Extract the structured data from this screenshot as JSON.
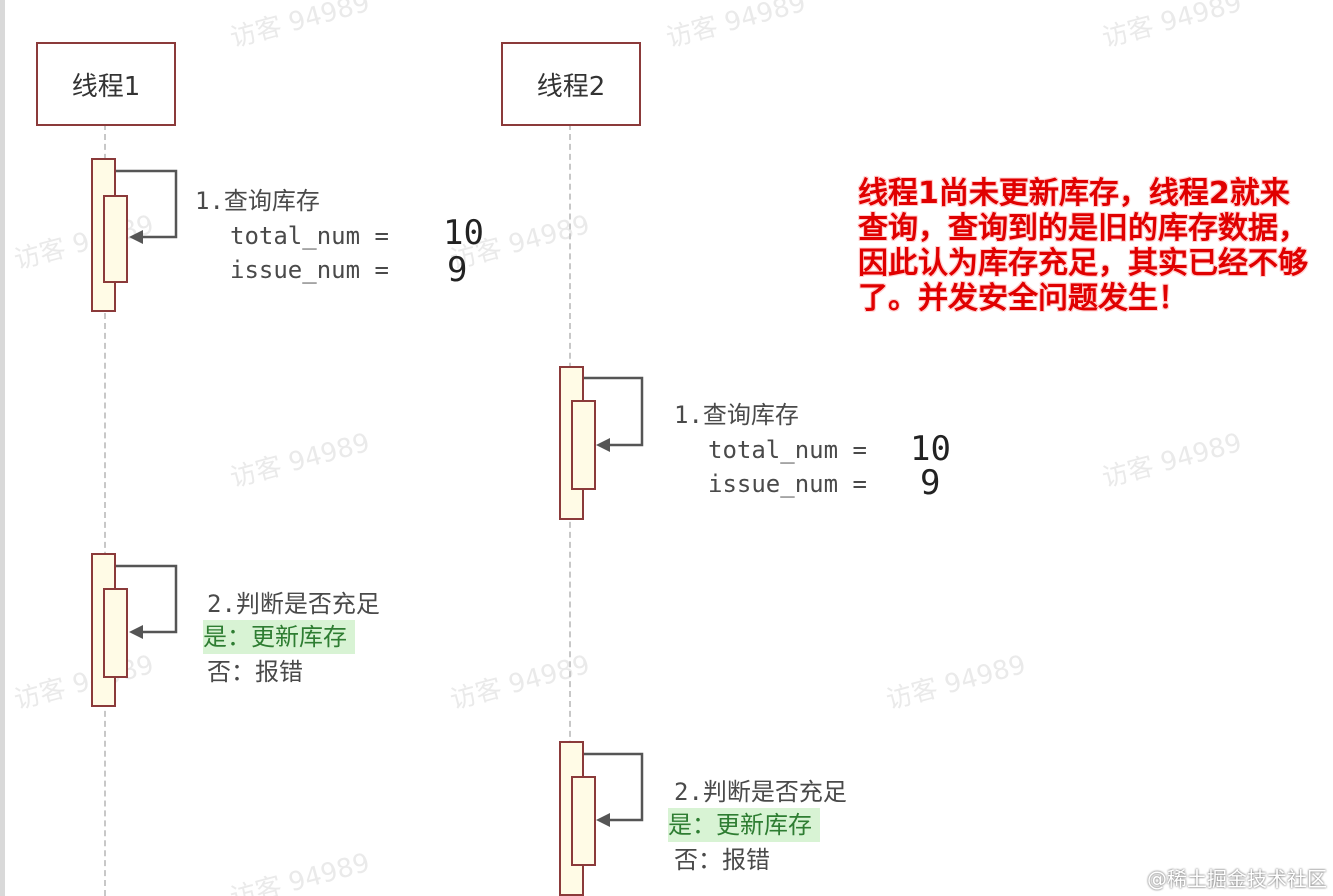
{
  "lifelines": {
    "thread1": {
      "label": "线程1"
    },
    "thread2": {
      "label": "线程2"
    }
  },
  "thread1": {
    "query": {
      "title": "1.查询库存",
      "total_label": "total_num =",
      "total_value": "10",
      "issue_label": "issue_num =",
      "issue_value": "9"
    },
    "judge": {
      "title": "2.判断是否充足",
      "yes": "是：更新库存",
      "no": "否：报错"
    }
  },
  "thread2": {
    "query": {
      "title": "1.查询库存",
      "total_label": "total_num =",
      "total_value": "10",
      "issue_label": "issue_num =",
      "issue_value": "9"
    },
    "judge": {
      "title": "2.判断是否充足",
      "yes": "是：更新库存",
      "no": "否：报错"
    }
  },
  "annotation": {
    "text": "线程1尚未更新库存，线程2就来查询，查询到的是旧的库存数据，因此认为库存充足，其实已经不够了。并发安全问题发生！",
    "color": "#e00000"
  },
  "watermark": {
    "text": "访客 94989"
  },
  "site_mark": "@稀土掘金技术社区",
  "colors": {
    "box_border": "#8b3a3a",
    "activation_fill": "#fffbe6",
    "yes_highlight": "#d8f3d4",
    "arrow": "#555555"
  }
}
